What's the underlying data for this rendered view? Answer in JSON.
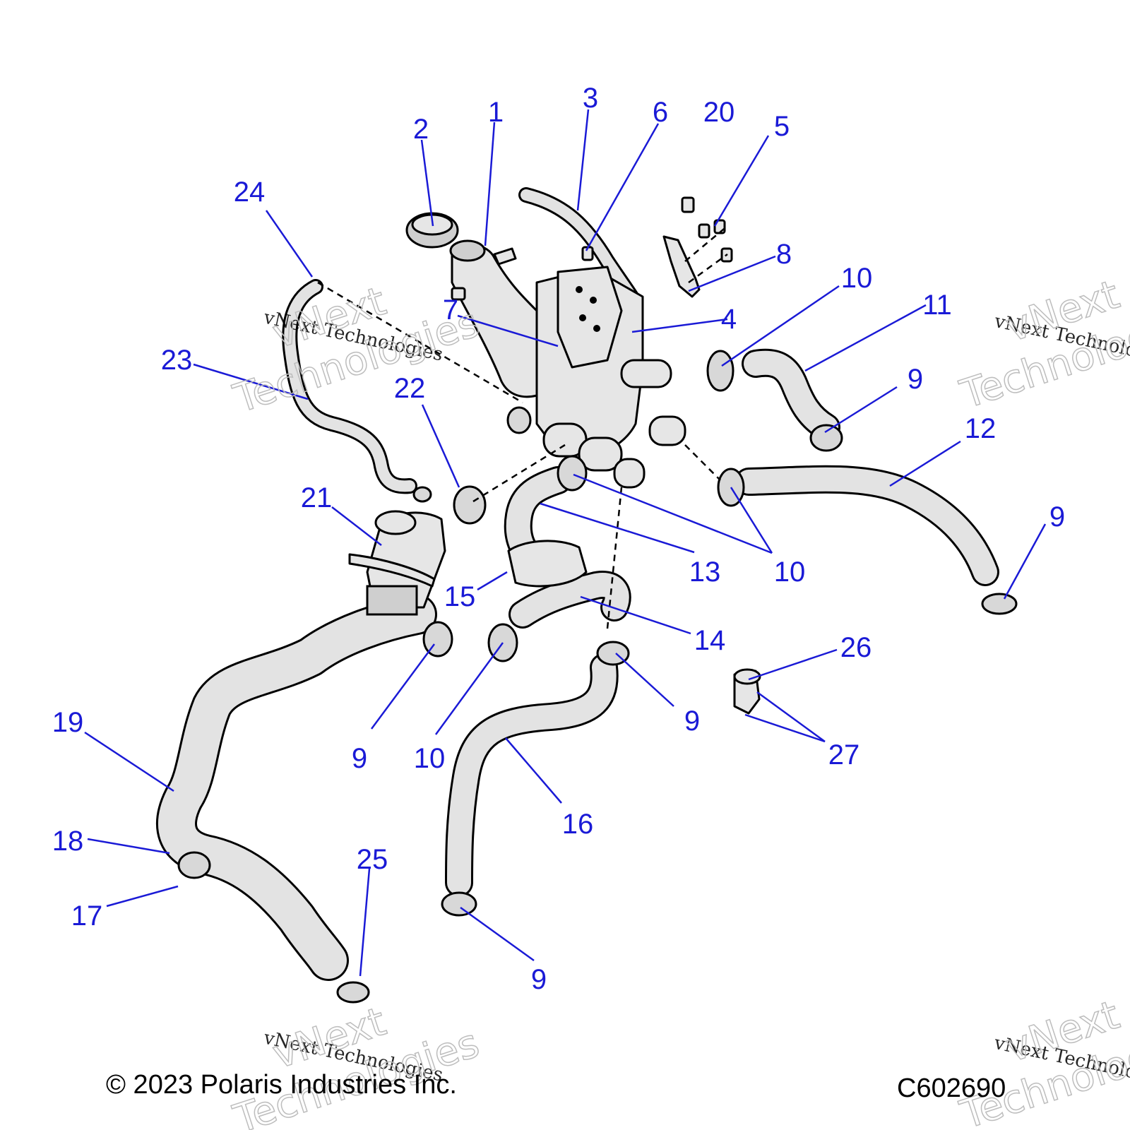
{
  "diagram": {
    "callouts": [
      "1",
      "2",
      "3",
      "4",
      "5",
      "6",
      "7",
      "8",
      "9",
      "10",
      "11",
      "12",
      "13",
      "14",
      "15",
      "16",
      "17",
      "18",
      "19",
      "20",
      "21",
      "22",
      "23",
      "24",
      "25",
      "26",
      "27"
    ],
    "footer": {
      "copyright": "© 2023 Polaris Industries Inc.",
      "drawing_number": "C602690"
    },
    "watermark": {
      "line_small": "vNext Technologies",
      "line_big_1": "vNext",
      "line_big_2": "Technologies"
    },
    "colors": {
      "callout": "#1a1ad6",
      "part_fill": "#e6e6e6",
      "outline": "#000000"
    }
  }
}
